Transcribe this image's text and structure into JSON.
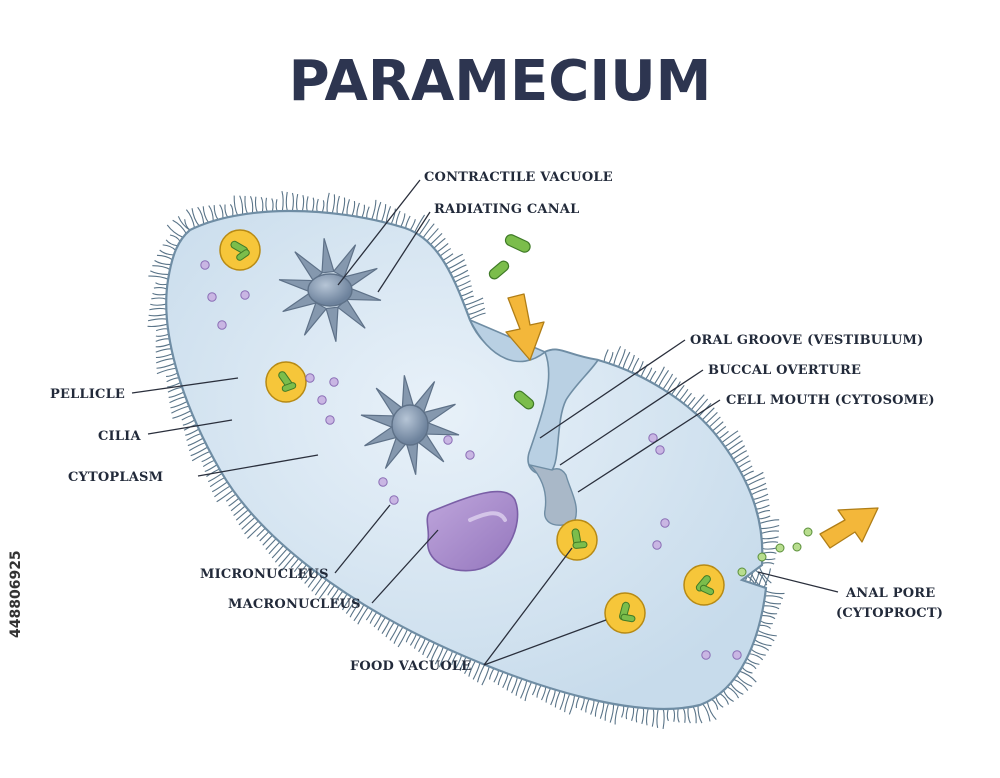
{
  "title": "PARAMECIUM",
  "watermark_id": "448806925",
  "labels": {
    "contractile_vacuole": "CONTRACTILE VACUOLE",
    "radiating_canal": "RADIATING CANAL",
    "oral_groove": "ORAL GROOVE (VESTIBULUM)",
    "buccal_overture": "BUCCAL OVERTURE",
    "cell_mouth": "CELL MOUTH (CYTOSOME)",
    "pellicle": "PELLICLE",
    "cilia": "CILIA",
    "cytoplasm": "CYTOPLASM",
    "micronucleus": "MICRONUCLEUS",
    "macronucleus": "MACRONUCLEUS",
    "food_vacuole": "FOOD VACUOLE",
    "anal_pore_line1": "ANAL PORE",
    "anal_pore_line2": "(CYTOPROCT)"
  },
  "colors": {
    "title": "#2d3550",
    "cell_fill": "#d6e6f3",
    "cell_outline": "#6f8da4",
    "cilia": "#5a7488",
    "vacuole": "#8598ae",
    "food_vacuole": "#f6c63a",
    "bacteria": "#7bbd4b",
    "dots": "#a78ac6",
    "macronucleus": "#a98bcc",
    "arrow": "#f3b73a",
    "leader": "#2a2f3c"
  }
}
